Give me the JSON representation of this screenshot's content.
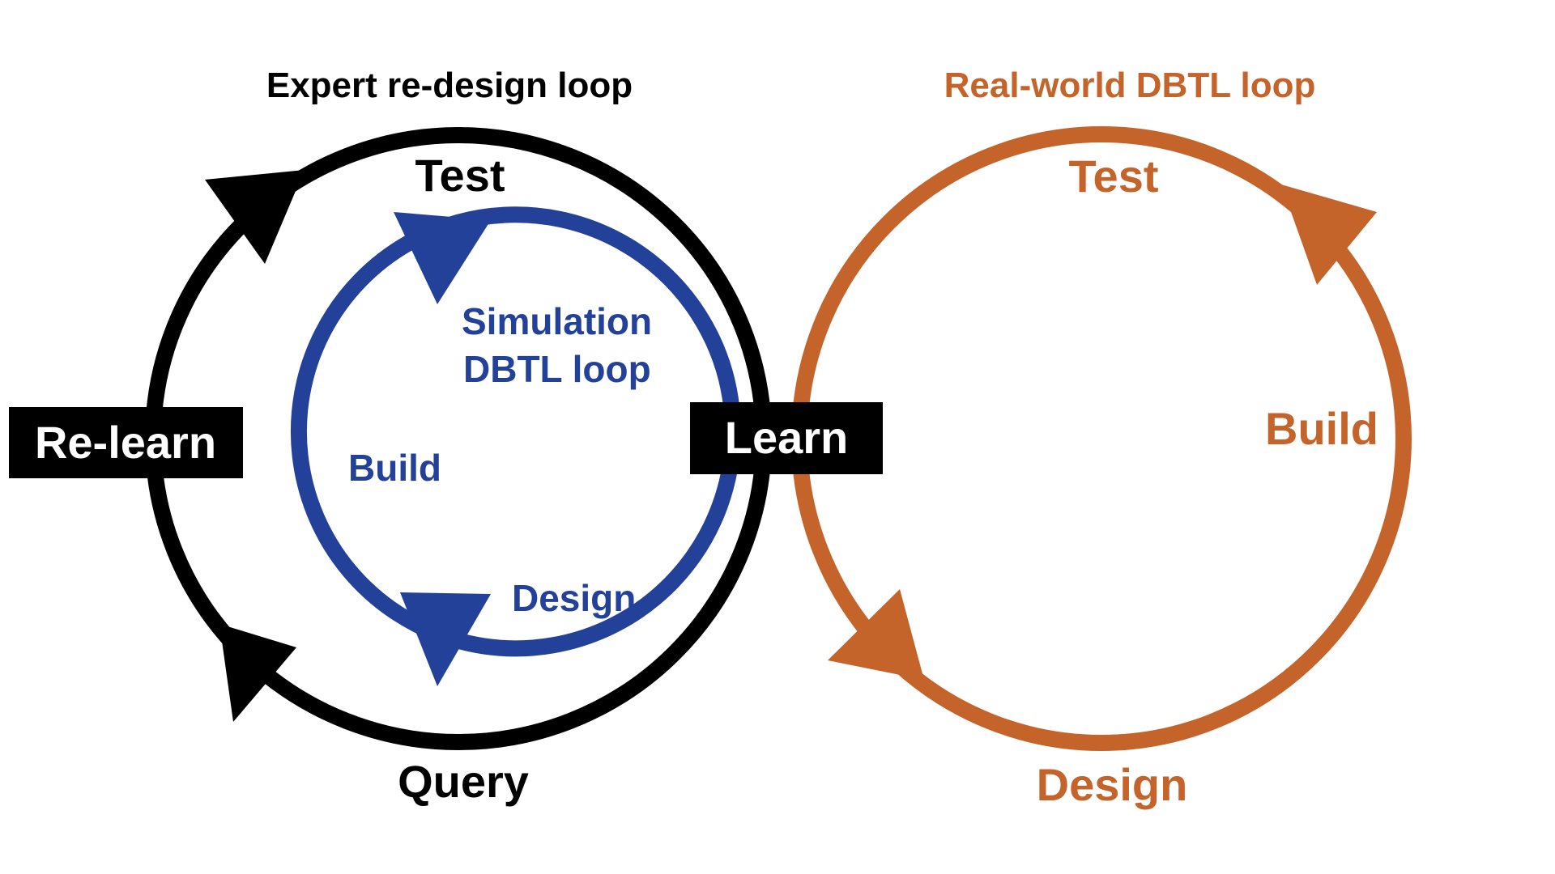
{
  "colors": {
    "expert": "#000000",
    "simulation": "#24419A",
    "real_world": "#C4642A",
    "box_text": "#ffffff",
    "background": "#ffffff"
  },
  "expert_loop": {
    "title": "Expert re-design loop",
    "stages": {
      "top": "Test",
      "bottom": "Query"
    },
    "arrows": [
      "arrow-clockwise-top-left",
      "arrow-clockwise-bottom-left"
    ]
  },
  "simulation_loop": {
    "title_line1": "Simulation",
    "title_line2": "DBTL loop",
    "stages": {
      "left": "Build",
      "bottom": "Design"
    }
  },
  "real_world_loop": {
    "title": "Real-world DBTL loop",
    "stages": {
      "top": "Test",
      "right": "Build",
      "bottom": "Design"
    }
  },
  "boxes": {
    "relearn": "Re-learn",
    "learn": "Learn"
  }
}
